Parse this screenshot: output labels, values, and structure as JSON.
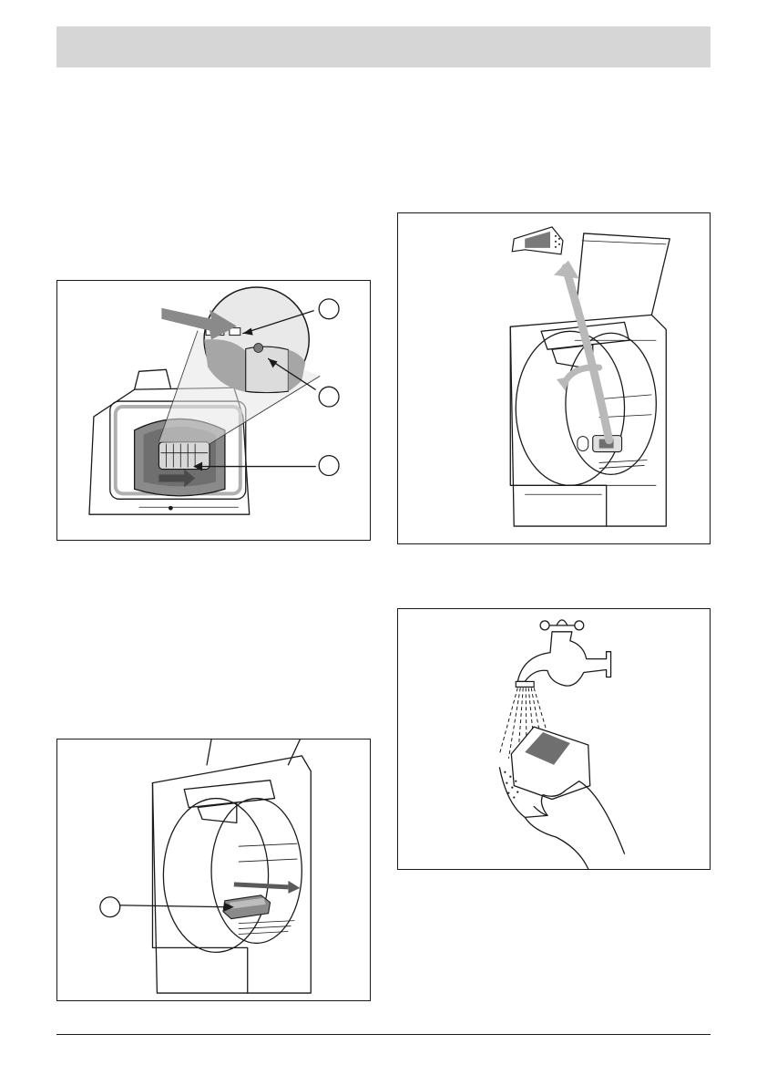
{
  "page": {
    "header_bar_color": "#d6d6d6"
  },
  "figures": [
    {
      "id": "filter-zoom",
      "callouts": [
        {
          "label": ""
        },
        {
          "label": ""
        },
        {
          "label": ""
        }
      ]
    },
    {
      "id": "dispenser-remove",
      "arrow_color": "#b9b9b9"
    },
    {
      "id": "drum-slide",
      "callouts": [
        {
          "label": ""
        }
      ]
    },
    {
      "id": "rinse-tap"
    }
  ]
}
